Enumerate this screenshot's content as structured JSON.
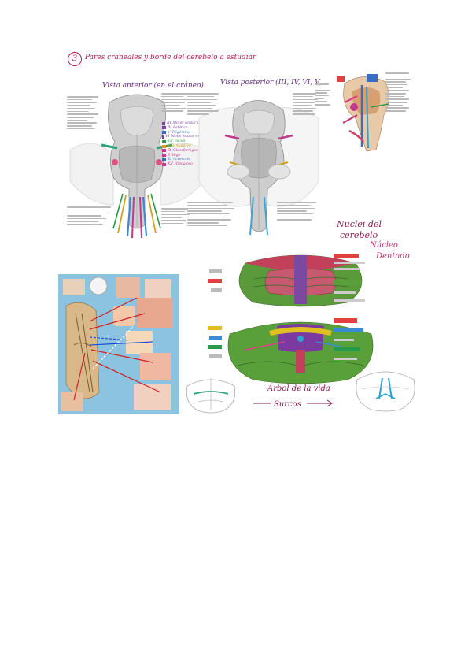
{
  "header": {
    "number": "3",
    "title": "Pares craneales y borde del cerebelo a estudiar"
  },
  "views": {
    "anterior": "Vista anterior (en el cráneo)",
    "posterior": "Vista posterior (III, IV, VI, V)"
  },
  "cranial_nerve_legend": [
    {
      "numeral": "III",
      "label": "Motor ocular común",
      "color": "#7b3fa0"
    },
    {
      "numeral": "IV",
      "label": "Patético",
      "color": "#7b3fa0"
    },
    {
      "numeral": "V",
      "label": "Trigémino",
      "color": "#3a6cc4"
    },
    {
      "numeral": "VI",
      "label": "Motor ocular externo",
      "color": "#7b3fa0"
    },
    {
      "numeral": "VII",
      "label": "Facial",
      "color": "#2a9a4a"
    },
    {
      "numeral": "VIII",
      "label": "Auditivo",
      "color": "#d2a020"
    },
    {
      "numeral": "IX",
      "label": "Glosofaríngeo",
      "color": "#c23a8a"
    },
    {
      "numeral": "X",
      "label": "Vago",
      "color": "#c23a8a"
    },
    {
      "numeral": "XI",
      "label": "Accesorio",
      "color": "#3a6cc4"
    },
    {
      "numeral": "XII",
      "label": "Hipogloso",
      "color": "#c23a8a"
    }
  ],
  "notes": {
    "nuclei_line1": "Nuclei del",
    "nuclei_line2": "cerebelo",
    "nucleus_name_1": "Núcleo",
    "nucleus_name_2": "Dentado",
    "arbor": "Árbol de la vida",
    "sulci": "Surcos"
  },
  "colors": {
    "handwriting": "#8a1a4a",
    "cerebellum_red": "#c2405a",
    "cerebellum_green": "#5a9a3a",
    "atlas_bg": "#7fb7d8"
  }
}
